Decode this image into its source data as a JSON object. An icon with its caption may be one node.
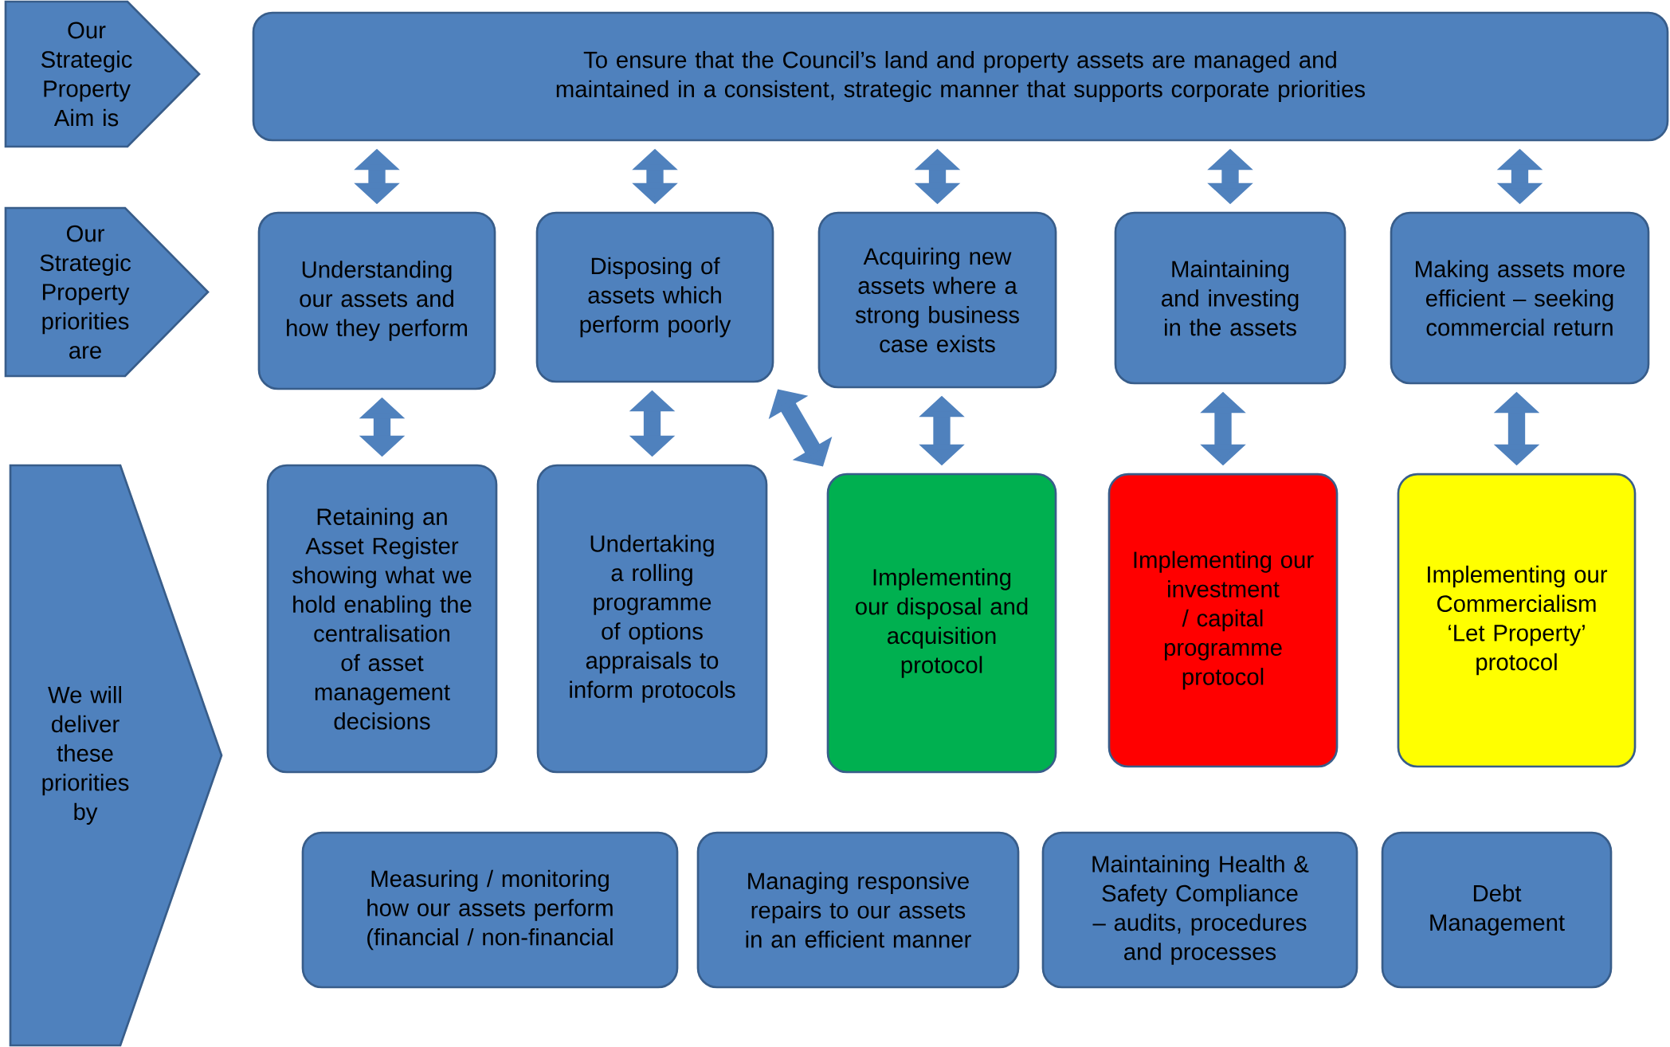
{
  "diagram": {
    "nodes": [
      {
        "text": [
          "Our Strategic Property Aim is"
        ]
      },
      {
        "text": [
          "To ensure that the Council’s land and property assets are managed and maintained in a consistent, strategic manner that supports corporate priorities"
        ]
      },
      {
        "text": [
          "Our Strategic Property priorities are"
        ]
      },
      {
        "text": [
          "Understanding our assets and how they perform"
        ]
      },
      {
        "text": [
          "Disposing of assets which perform poorly"
        ]
      },
      {
        "text": [
          "Acquiring new assets where a strong business case exists"
        ]
      },
      {
        "text": [
          "Maintaining and investing in the assets"
        ]
      },
      {
        "text": [
          "Making assets more efficient – seeking commercial return"
        ]
      },
      {
        "text": [
          "We will deliver these priorities by"
        ]
      },
      {
        "text": [
          "Retaining an Asset Register showing what we hold enabling the centralisation of asset management decisions"
        ]
      },
      {
        "text": [
          "Undertaking a rolling programme of options appraisals to inform protocols"
        ]
      },
      {
        "text": [
          "Implementing our disposal and acquisition protocol"
        ]
      },
      {
        "text": [
          "Implementing our investment / capital programme protocol"
        ]
      },
      {
        "text": [
          "Implementing our Commercialism ‘Let Property’ protocol"
        ]
      },
      {
        "text": [
          "Measuring / monitoring how our assets perform (financial / non-financial"
        ]
      },
      {
        "text": [
          "Managing responsive repairs to our assets in an efficient manner"
        ]
      },
      {
        "text": [
          "Maintaining Health & Safety Compliance – audits, procedures and processes"
        ]
      },
      {
        "text": [
          "Debt Management"
        ]
      }
    ],
    "edges": [
      {
        "from": 1,
        "to": 3,
        "arrow": "both"
      },
      {
        "from": 1,
        "to": 4,
        "arrow": "both"
      },
      {
        "from": 1,
        "to": 5,
        "arrow": "both"
      },
      {
        "from": 1,
        "to": 6,
        "arrow": "both"
      },
      {
        "from": 1,
        "to": 7,
        "arrow": "both"
      },
      {
        "from": 3,
        "to": 9,
        "arrow": "both"
      },
      {
        "from": 4,
        "to": 10,
        "arrow": "both"
      },
      {
        "from": 4,
        "to": 11,
        "arrow": "both"
      },
      {
        "from": 5,
        "to": 11,
        "arrow": "both"
      },
      {
        "from": 6,
        "to": 12,
        "arrow": "both"
      },
      {
        "from": 7,
        "to": 13,
        "arrow": "both"
      }
    ]
  }
}
